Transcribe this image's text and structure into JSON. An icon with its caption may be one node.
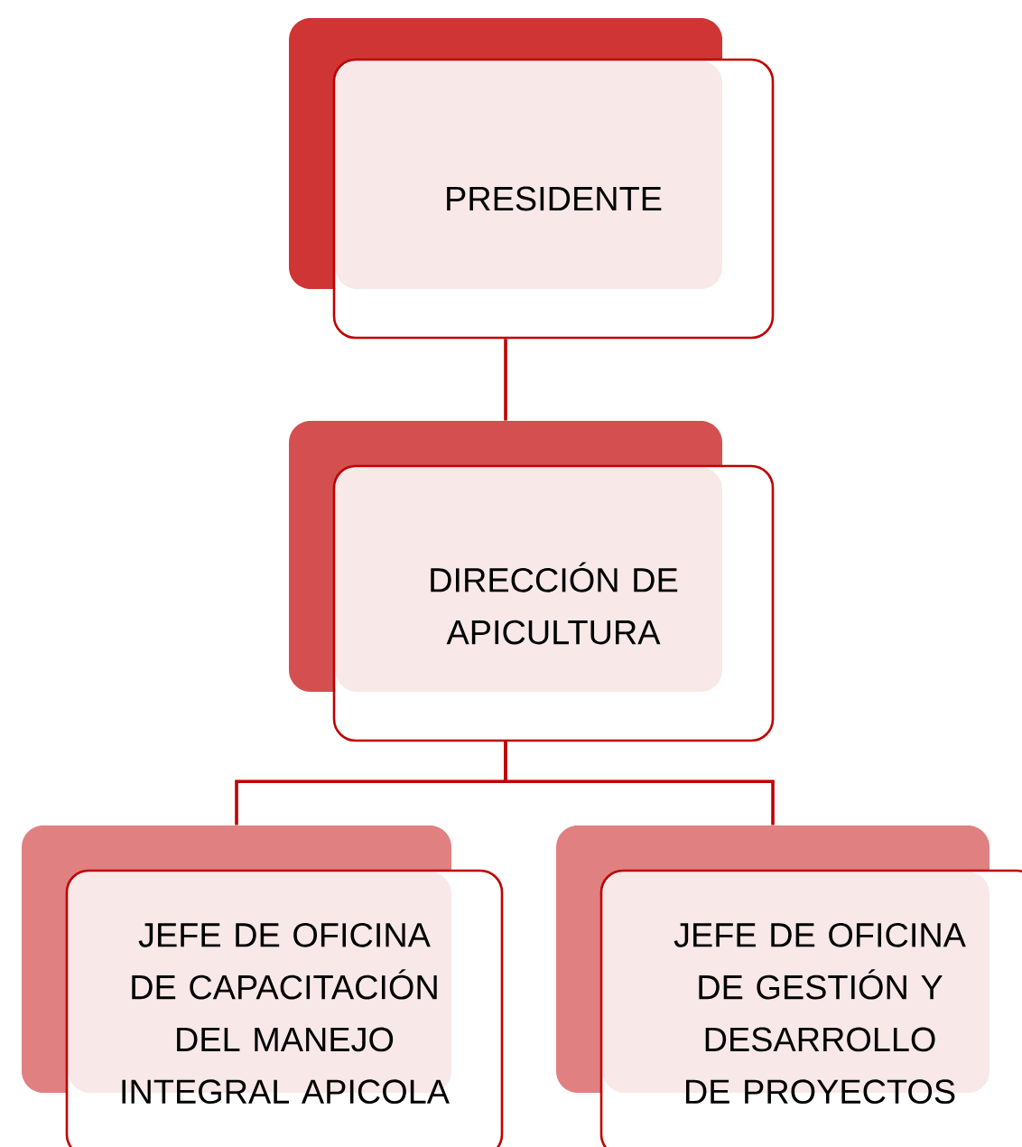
{
  "diagram": {
    "nodes": [
      {
        "text": [
          "PRESIDENTE"
        ]
      },
      {
        "text": [
          "DIRECCIÓN  DE APICULTURA"
        ]
      },
      {
        "text": [
          "JEFE DE OFICINA DE CAPACITACIÓN DEL MANEJO INTEGRAL APICOLA"
        ]
      },
      {
        "text": [
          "JEFE DE OFICINA DE GESTIÓN Y DESARROLLO DE PROYECTOS"
        ]
      }
    ],
    "edges": [
      {
        "from": 0,
        "to": 1,
        "arrow": "none"
      },
      {
        "from": 1,
        "to": 2,
        "arrow": "none"
      },
      {
        "from": 1,
        "to": 3,
        "arrow": "none"
      }
    ]
  }
}
